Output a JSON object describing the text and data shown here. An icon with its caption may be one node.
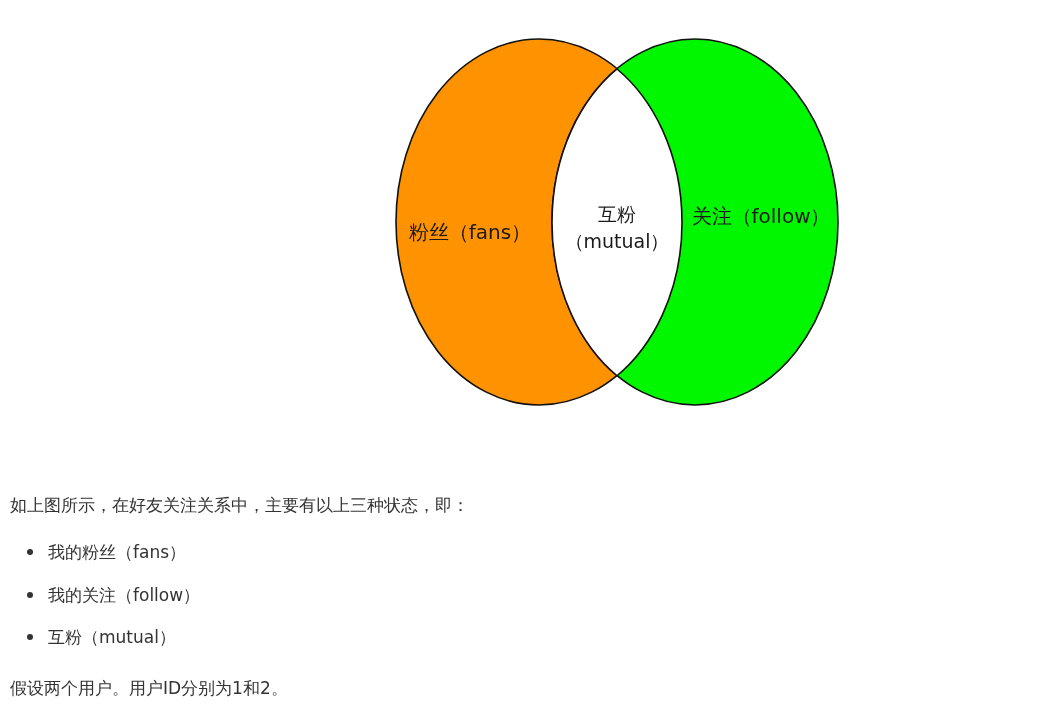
{
  "diagram": {
    "nodes": [
      {
        "text": [
          "粉丝（fans）"
        ]
      },
      {
        "text": [
          "关注（follow）"
        ]
      },
      {
        "text": [
          "互粉（mutual）"
        ]
      }
    ],
    "labels": [
      "如上图所示，在好友关注关系中，主要有以上三种状态，即：",
      "我的粉丝（fans）",
      "我的关注（follow）",
      "互粉（mutual）",
      "假设两个用户。用户ID分别为1和2。"
    ]
  }
}
